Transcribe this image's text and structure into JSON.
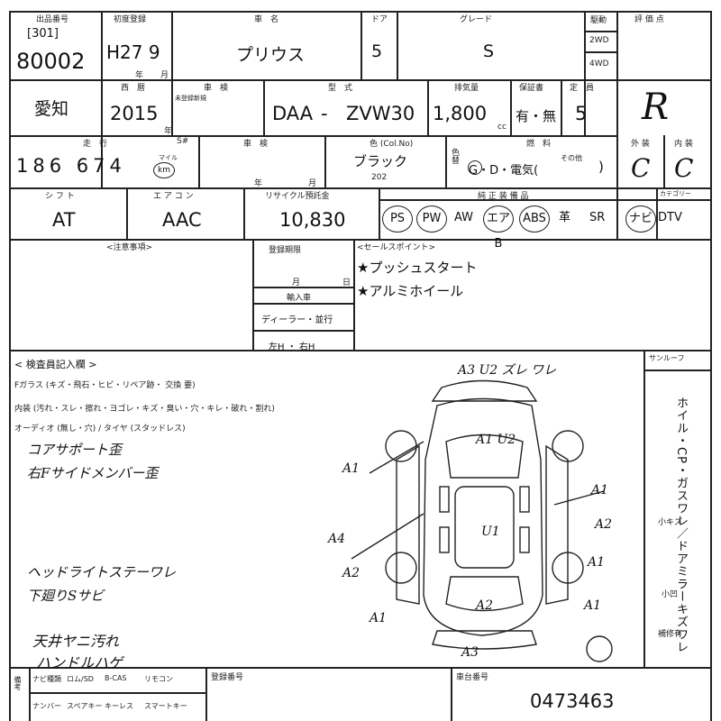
{
  "header": {
    "top_partial": "",
    "lot_label": "出品番号",
    "lot_prefix": "[301]",
    "lot_number": "80002",
    "first_reg_label": "初度登録",
    "first_reg_value": "H27 9",
    "year_unit": "年",
    "month_unit": "月",
    "model_label": "車　名",
    "model_value": "プリウス",
    "door_label": "ドア",
    "door_value": "5",
    "grade_label": "グレード",
    "grade_value": "S",
    "drive_label": "駆動",
    "drive_2wd": "2WD",
    "drive_4wd": "4WD",
    "rating_label": "評 価 点",
    "rating_value": "R"
  },
  "row2": {
    "prefecture": "愛知",
    "western_year_label": "西　暦",
    "western_year_value": "2015",
    "year_unit": "年",
    "inspection_label": "車　検",
    "inspection_sub": "未登録新規",
    "model_code_label": "型　式",
    "model_code_prefix": "DAA",
    "model_code_dash": "-",
    "model_code_value": "ZVW30",
    "displacement_label": "排気量",
    "displacement_value": "1,800",
    "displacement_unit": "cc",
    "warranty_label": "保証書",
    "warranty_value": "有・無",
    "capacity_label": "定　員",
    "capacity_value": "5"
  },
  "row3": {
    "mileage_label": "走　行",
    "mileage_value": "186 674",
    "mileage_unit": "km",
    "mileage_unit_alt": "マイル",
    "sno_label": "S#",
    "validity_label": "車　検",
    "year_unit": "年",
    "month_unit": "月",
    "color_label": "色 (Col.No)",
    "color_value": "ブラック",
    "color_code": "202",
    "color_side": "色替",
    "fuel_label": "燃　料",
    "fuel_value": "G・D・電気(",
    "fuel_other": "その他",
    "fuel_close": ")",
    "exterior_label": "外 装",
    "exterior_value": "C",
    "interior_label": "内 装",
    "interior_value": "C"
  },
  "row4": {
    "shift_label": "シ フ ト",
    "shift_value": "AT",
    "aircon_label": "エ ア コ ン",
    "aircon_value": "AAC",
    "recycle_label": "リサイクル預託金",
    "recycle_value": "10,830",
    "equipment_label": "純 正 装 備 品",
    "equipment": [
      "PS",
      "PW",
      "AW",
      "エアB",
      "ABS",
      "革",
      "SR",
      "ナビ",
      "DTV"
    ],
    "category_label": "カテゴリー"
  },
  "notes": {
    "caution_label": "<注意事項>",
    "reg_deadline_label": "登録期限",
    "month_unit": "月",
    "day_unit": "日",
    "dealer_label": "輸入車",
    "dealer_value": "ディーラー・並行",
    "steering_value": "左H ・ 右H",
    "sales_label": "<セールスポイント>",
    "sales_points": [
      "★プッシュスタート",
      "★アルミホイール"
    ]
  },
  "inspector": {
    "title": "< 検査員記入欄 >",
    "lines": [
      "Fガラス (キズ・飛石・ヒビ・リペア跡・ 交換 要)",
      "内装 (汚れ・スレ・擦れ・ヨゴレ・キズ・臭い・穴・キレ・破れ・割れ)",
      "オーディオ (無し・穴) / タイヤ (スタッドレス)"
    ],
    "handwritten": [
      "コアサポート歪",
      "右Fサイドメンバー歪",
      "ヘッドライトステーワレ",
      "下廻りSサビ",
      "天井ヤニ汚れ",
      "ハンドルハゲ"
    ],
    "sunroof_label": "サンルーフ"
  },
  "diagram_marks": [
    "A3 U2 ズレ ワレ",
    "A1 U2",
    "A1",
    "A1",
    "A2",
    "A4",
    "U1",
    "A2",
    "A1",
    "A1",
    "A2",
    "A1",
    "A3"
  ],
  "side_vertical": "ホイル・CP・ガスワレ／ドアミラーキズワレ",
  "side_marks": [
    "小キズ",
    "小凹",
    "補修有"
  ],
  "bottom": {
    "keys_row1": [
      "ナビ種類",
      "ロム/SD",
      "B-CAS",
      "リモコン"
    ],
    "keys_row2": [
      "ナンバー",
      "スペアキー",
      "キーレス",
      "スマートキー"
    ],
    "reg_number_label": "登録番号",
    "chassis_label": "車台番号",
    "chassis_value": "0473463"
  }
}
